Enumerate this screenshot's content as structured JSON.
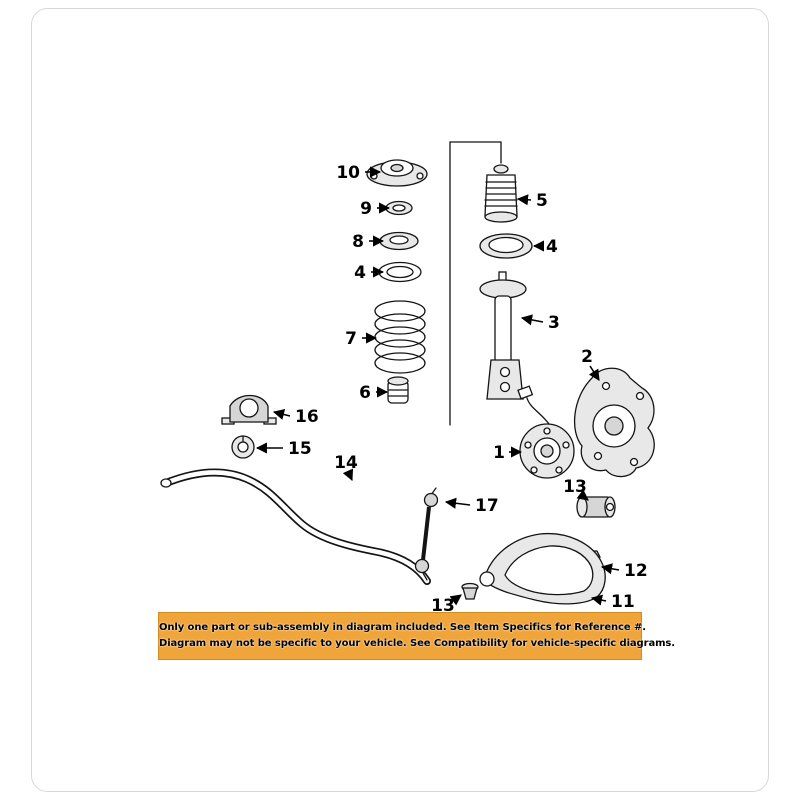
{
  "banner": {
    "line1": "Only one part or sub-assembly in diagram included. See Item Specifics for Reference #.",
    "line2": "Diagram may not be specific to your vehicle. See Compatibility for vehicle-specific diagrams.",
    "background_color": "#F0A53A",
    "text_color": "#000000"
  },
  "diagram": {
    "description": "Exploded parts diagram of a front suspension: strut mount, coil spring, strut, steering knuckle, hub, stabilizer bar and lower control arm",
    "callouts": [
      {
        "ref": "10"
      },
      {
        "ref": "9"
      },
      {
        "ref": "8"
      },
      {
        "ref": "4"
      },
      {
        "ref": "7"
      },
      {
        "ref": "6"
      },
      {
        "ref": "5"
      },
      {
        "ref": "4"
      },
      {
        "ref": "3"
      },
      {
        "ref": "2"
      },
      {
        "ref": "1"
      },
      {
        "ref": "16"
      },
      {
        "ref": "15"
      },
      {
        "ref": "14"
      },
      {
        "ref": "17"
      },
      {
        "ref": "13"
      },
      {
        "ref": "12"
      },
      {
        "ref": "11"
      },
      {
        "ref": "13"
      }
    ]
  }
}
